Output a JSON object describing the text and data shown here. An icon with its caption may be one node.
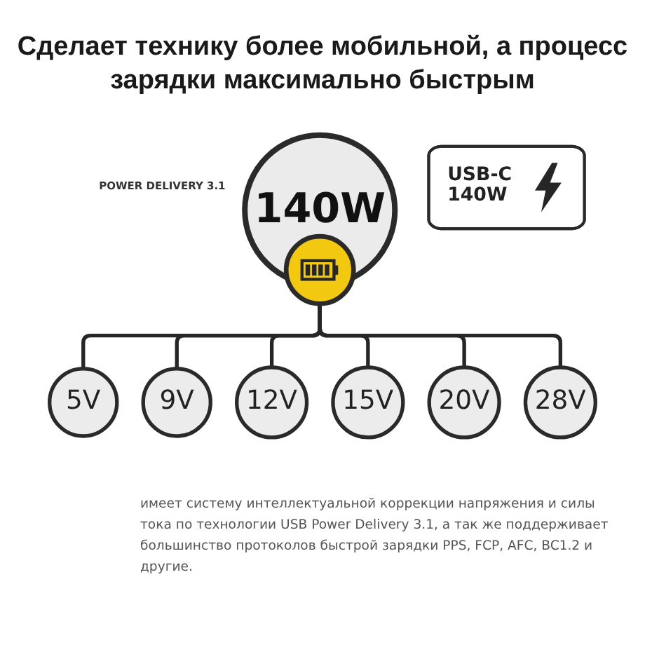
{
  "diagram": {
    "title": "Сделает технику более мобильной, а процесс зарядки максимально быстрым",
    "nodes": [
      {
        "text": [
          "140W"
        ]
      },
      {
        "text": [
          "USB-C 140W"
        ]
      },
      {
        "text": [],
        "shape": "circle"
      },
      {
        "text": [
          "5V"
        ]
      },
      {
        "text": [
          "9V"
        ]
      },
      {
        "text": [
          "12V"
        ]
      },
      {
        "text": [
          "15V"
        ]
      },
      {
        "text": [
          "20V"
        ]
      },
      {
        "text": [
          "28V"
        ]
      }
    ],
    "edges": [
      {
        "from": 2,
        "to": 3,
        "arrow": "none"
      },
      {
        "from": 2,
        "to": 4,
        "arrow": "none"
      },
      {
        "from": 2,
        "to": 5,
        "arrow": "none"
      },
      {
        "from": 2,
        "to": 6,
        "arrow": "none"
      },
      {
        "from": 2,
        "to": 7,
        "arrow": "none"
      },
      {
        "from": 2,
        "to": 8,
        "arrow": "none"
      }
    ],
    "labels": [
      "POWER DELIVERY 3.1"
    ],
    "caption": "имеет систему интеллектуальной коррекции напряжения и силы тока по технологии USB Power Delivery 3.1, а так же поддерживает большинство протоколов быстрой зарядки PPS, FCP, AFC, BC1.2 и другие."
  }
}
